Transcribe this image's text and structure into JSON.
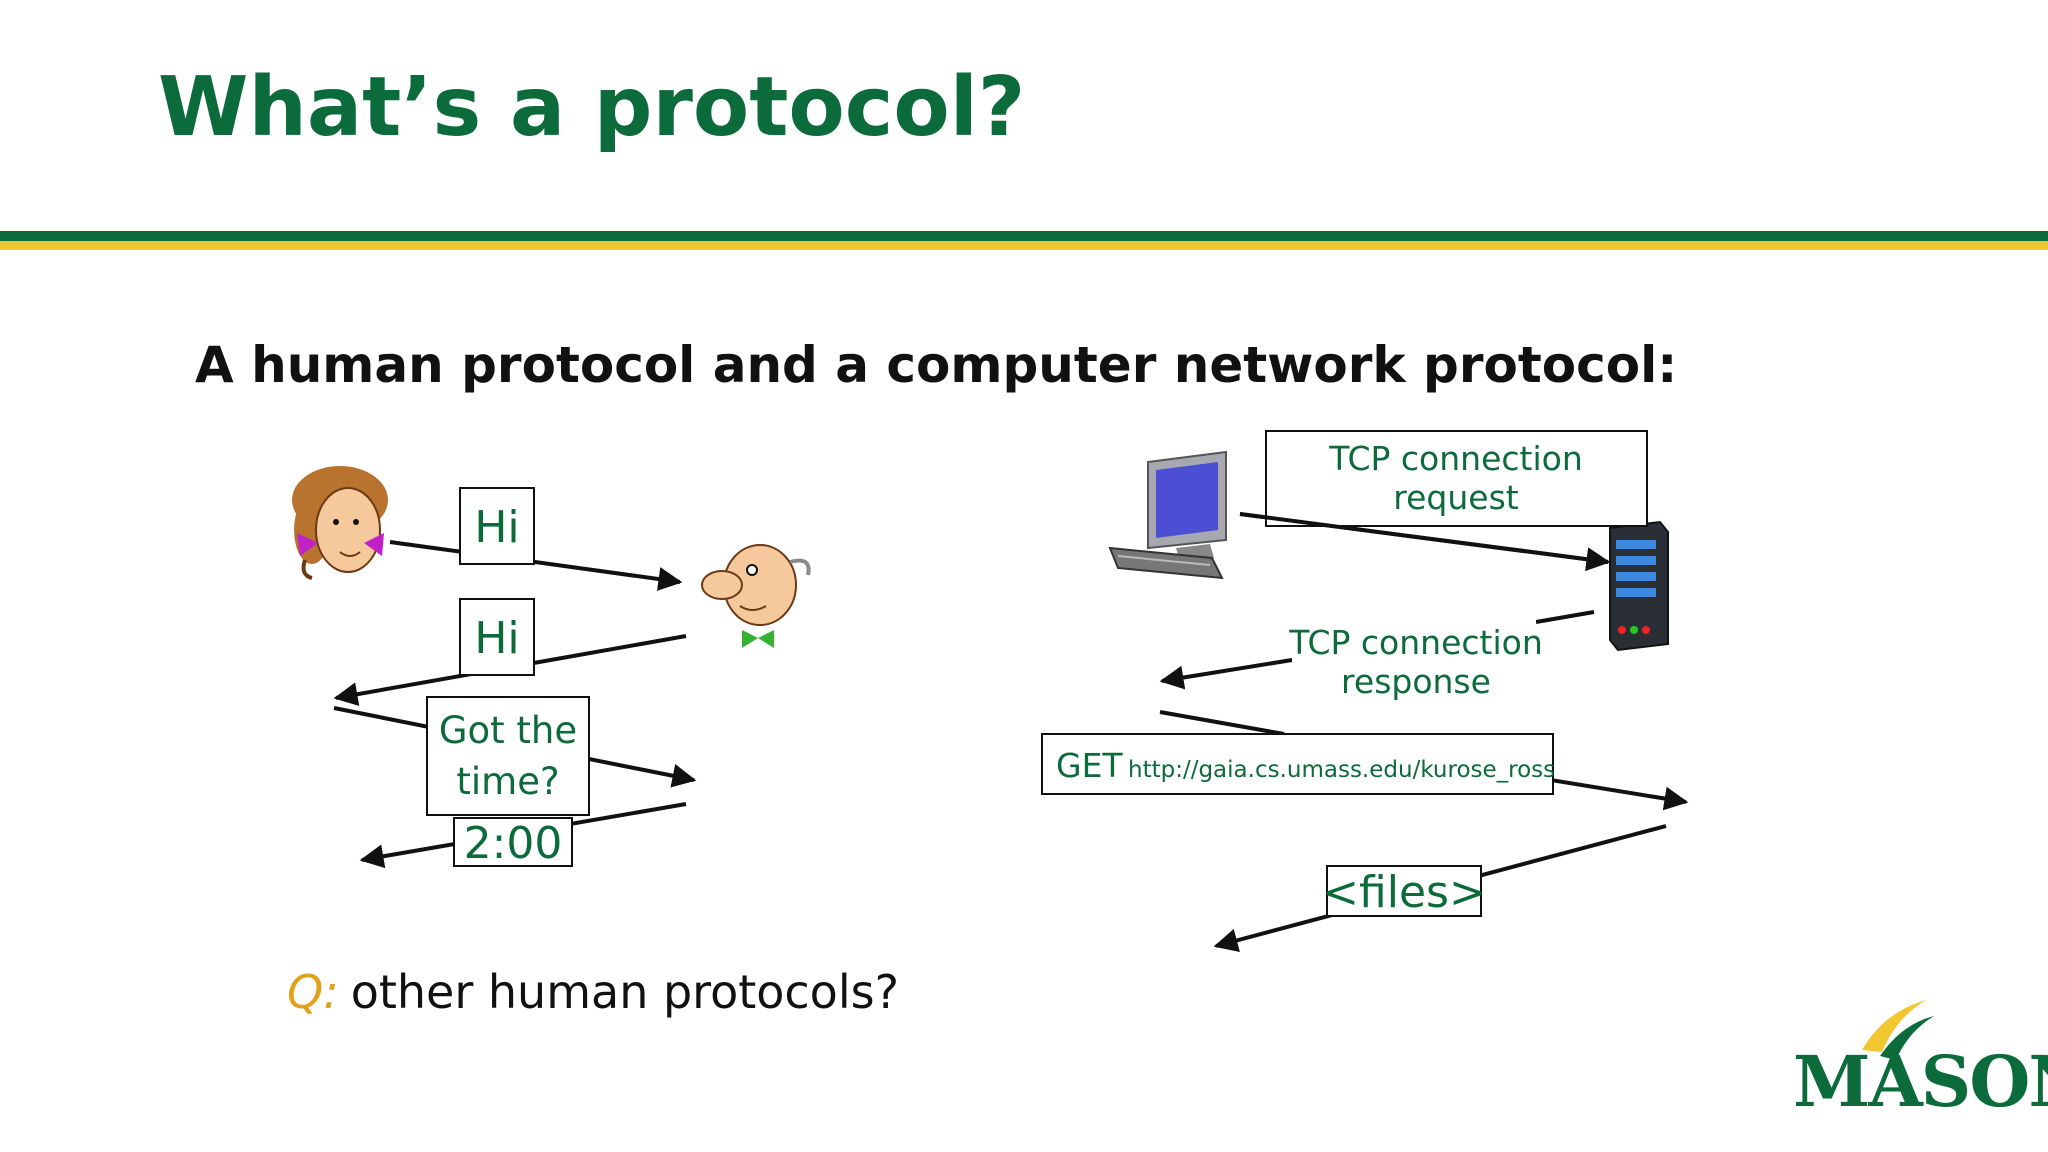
{
  "slide": {
    "title": "What’s a protocol?",
    "subtitle": "A human protocol and a computer network protocol:",
    "question_prefix": "Q:",
    "question_text": "other human protocols?"
  },
  "human_protocol": {
    "messages": [
      "Hi",
      "Hi",
      "Got the",
      "time?",
      "2:00"
    ]
  },
  "network_protocol": {
    "request_line1": "TCP connection",
    "request_line2": "request",
    "response_line1": "TCP connection",
    "response_line2": "response",
    "get_method": "GET",
    "get_url": "http://gaia.cs.umass.edu/kurose_ross",
    "files": "<files>"
  },
  "logo": {
    "text": "MASON"
  },
  "colors": {
    "green": "#0b6b3a",
    "gold": "#f2c62e"
  }
}
